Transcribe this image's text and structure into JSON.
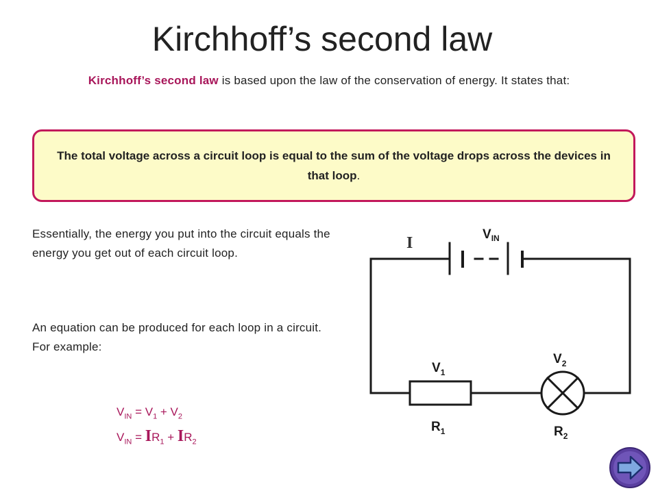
{
  "title": "Kirchhoff’s second law",
  "intro": {
    "highlight": "Kirchhoff’s second law",
    "rest": " is based upon the law of the conservation of energy. It states that:"
  },
  "law_box": {
    "text": "The total voltage across a circuit loop is equal to the sum of the voltage drops across the devices in that loop",
    "end": "."
  },
  "paragraph1": "Essentially, the energy you put into the circuit equals the energy you get out of each circuit loop.",
  "paragraph2": "An equation can be produced for each loop in a circuit. For example:",
  "equations": {
    "eq1": {
      "vin": "V",
      "vin_sub": "IN",
      "eq": " = V",
      "s1": "1",
      "plus": " + V",
      "s2": "2"
    },
    "eq2": {
      "vin": "V",
      "vin_sub": "IN",
      "eq": " = ",
      "i1": "I",
      "r1": "R",
      "s1": "1",
      "plus": " + ",
      "i2": "I",
      "r2": "R",
      "s2": "2"
    }
  },
  "circuit": {
    "current_label": "I",
    "vin_label": "V",
    "vin_sub": "IN",
    "v1_label": "V",
    "v1_sub": "1",
    "v2_label": "V",
    "v2_sub": "2",
    "r1_label": "R",
    "r1_sub": "1",
    "r2_label": "R",
    "r2_sub": "2"
  },
  "colors": {
    "accent": "#a8165a",
    "box_fill": "#fdfbc8",
    "box_border": "#c2185b",
    "nav_button": "#5a3fa0"
  },
  "nav": {
    "icon": "next-arrow-icon"
  }
}
